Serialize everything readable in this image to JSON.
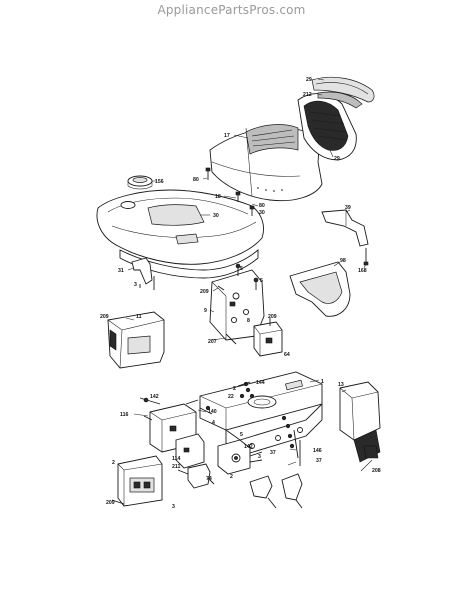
{
  "watermark": "AppliancePartsPros.com",
  "callouts": [
    "29",
    "212",
    "17",
    "29",
    "156",
    "80",
    "18",
    "30",
    "80",
    "30",
    "39",
    "98",
    "168",
    "31",
    "3",
    "5",
    "5",
    "209",
    "9",
    "8",
    "11",
    "209",
    "209",
    "207",
    "64",
    "13",
    "1",
    "144",
    "2",
    "142",
    "140",
    "116",
    "22",
    "4",
    "5",
    "142",
    "211",
    "3",
    "114",
    "2",
    "37",
    "146",
    "37",
    "74",
    "2",
    "209",
    "3",
    "208"
  ]
}
